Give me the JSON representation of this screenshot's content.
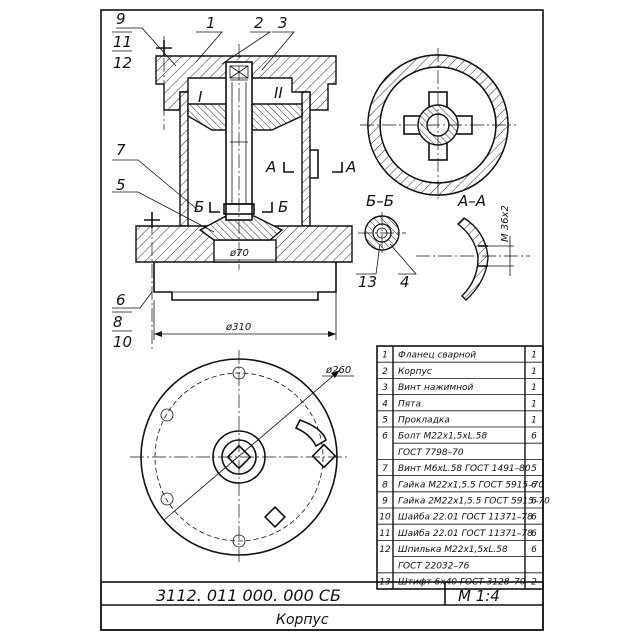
{
  "callouts": {
    "c1": "1",
    "c2": "2",
    "c3": "3",
    "c4": "4",
    "c5": "5",
    "c6": "6",
    "c7": "7",
    "c8": "8",
    "c9": "9",
    "c10": "10",
    "c11": "11",
    "c12": "12",
    "c13": "13"
  },
  "detail_marks": {
    "d1": "I",
    "d2": "II"
  },
  "section_marks": {
    "a_left": "А",
    "a_right": "А",
    "b_left": "Б",
    "b_right": "Б"
  },
  "section_titles": {
    "bb": "Б–Б",
    "aa": "А–А"
  },
  "dimensions": {
    "d70": "ø70",
    "d310": "ø310",
    "d260": "ø260",
    "thread": "М 36х2"
  },
  "bom": {
    "rows": [
      {
        "pos": "1",
        "name": "Фланец сварной",
        "qty": "1"
      },
      {
        "pos": "2",
        "name": "Корпус",
        "qty": "1"
      },
      {
        "pos": "3",
        "name": "Винт нажимной",
        "qty": "1"
      },
      {
        "pos": "4",
        "name": "Пята",
        "qty": "1"
      },
      {
        "pos": "5",
        "name": "Прокладка",
        "qty": "1"
      },
      {
        "pos": "6",
        "name": "Болт  М22х1,5хL.58",
        "qty": "6"
      },
      {
        "pos": "",
        "name": "ГОСТ  7798–70",
        "qty": ""
      },
      {
        "pos": "7",
        "name": "Винт М6хL.58  ГОСТ 1491–80",
        "qty": "5"
      },
      {
        "pos": "8",
        "name": "Гайка М22х1,5.5  ГОСТ 5915–70",
        "qty": "6"
      },
      {
        "pos": "9",
        "name": "Гайка 2М22х1,5.5  ГОСТ 5915–70",
        "qty": "6"
      },
      {
        "pos": "10",
        "name": "Шайба 22.01  ГОСТ 11371–78",
        "qty": "6"
      },
      {
        "pos": "11",
        "name": "Шайба 22.01  ГОСТ 11371–78",
        "qty": "6"
      },
      {
        "pos": "12",
        "name": "Шпилька  М22х1,5хL.58",
        "qty": "6"
      },
      {
        "pos": "",
        "name": "ГОСТ  22032–76",
        "qty": ""
      },
      {
        "pos": "13",
        "name": "Штифт 6х40  ГОСТ 3128–70",
        "qty": "2"
      }
    ]
  },
  "title_block": {
    "designation": "3112. 011 000. 000 СБ",
    "scale": "М 1:4",
    "name": "Корпус"
  }
}
